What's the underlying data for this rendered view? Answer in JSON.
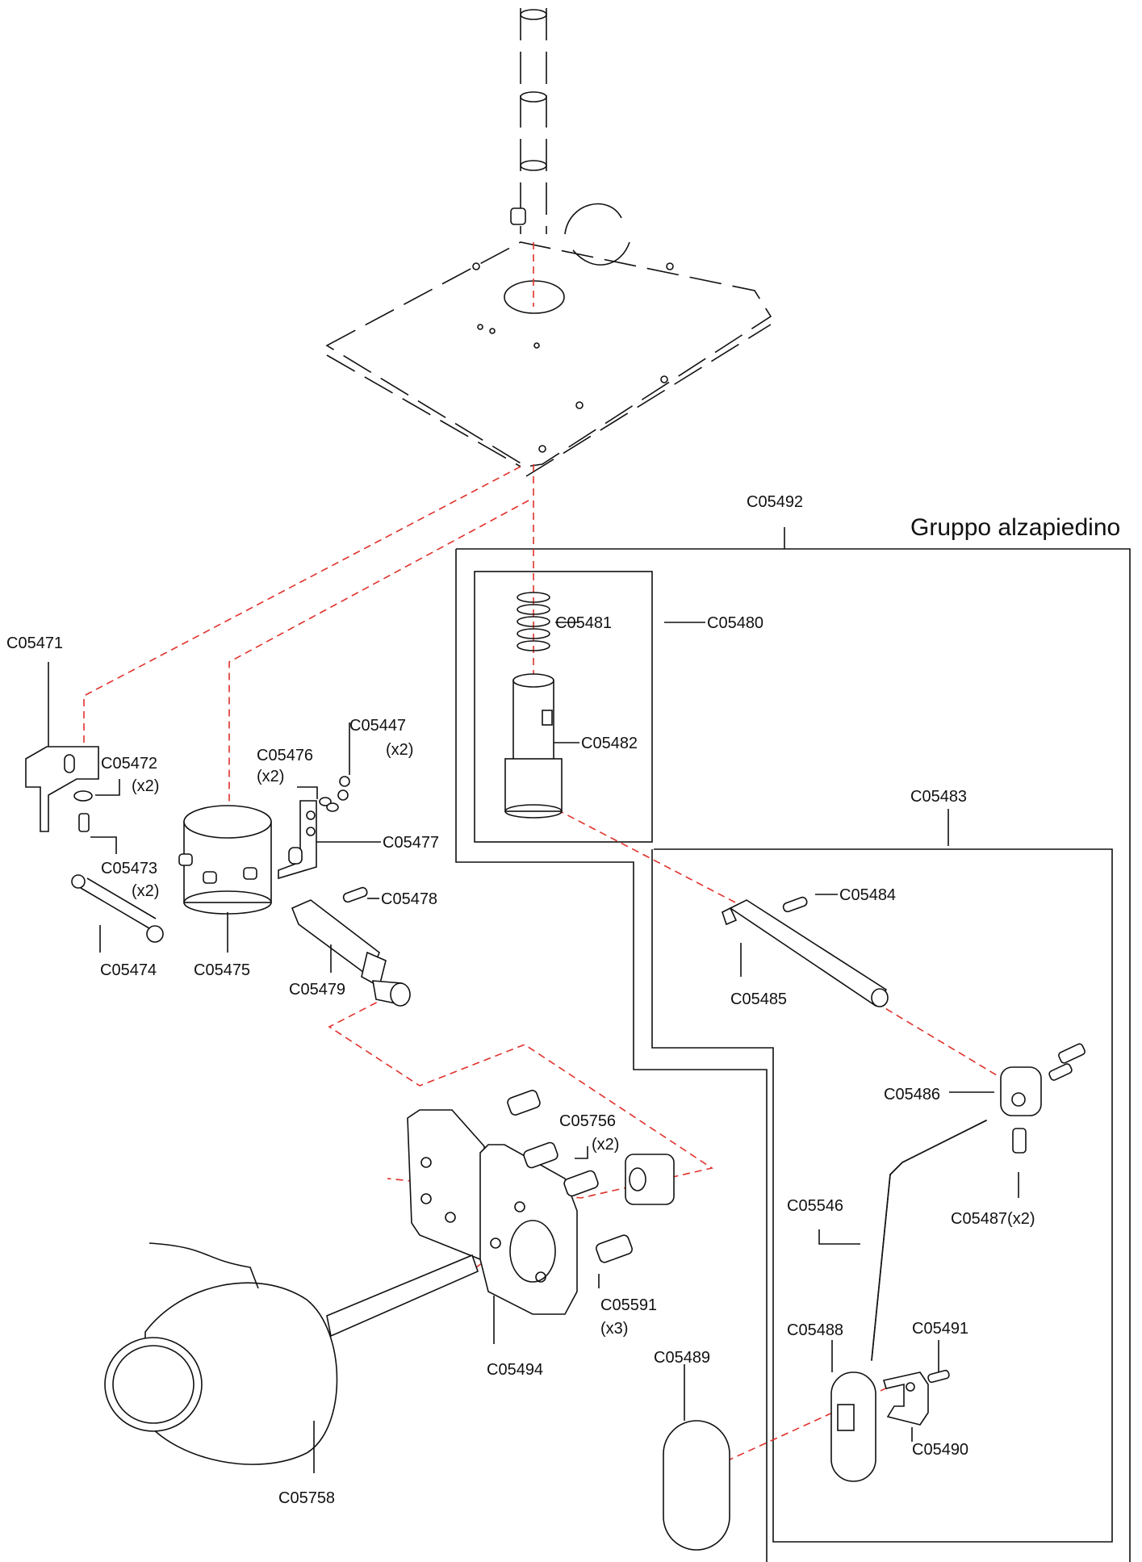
{
  "title": "Gruppo alzapiedino",
  "labels": {
    "c05492": "C05492",
    "c05471": "C05471",
    "c05481": "C05481",
    "c05480": "C05480",
    "c05447": "C05447",
    "c05447_qty": "(x2)",
    "c05476": "C05476",
    "c05476_qty": "(x2)",
    "c05482": "C05482",
    "c05472": "C05472",
    "c05472_qty": "(x2)",
    "c05483": "C05483",
    "c05477": "C05477",
    "c05473": "C05473",
    "c05473_qty": "(x2)",
    "c05484": "C05484",
    "c05478": "C05478",
    "c05474": "C05474",
    "c05475": "C05475",
    "c05479": "C05479",
    "c05485": "C05485",
    "c05756": "C05756",
    "c05756_qty": "(x2)",
    "c05486": "C05486",
    "c05546": "C05546",
    "c05487": "C05487(x2)",
    "c05591": "C05591",
    "c05591_qty": "(x3)",
    "c05488": "C05488",
    "c05491": "C05491",
    "c05489": "C05489",
    "c05494": "C05494",
    "c05490": "C05490",
    "c05758": "C05758"
  },
  "colors": {
    "line": "#111111",
    "explode_line": "#e0312b",
    "background": "#ffffff"
  }
}
